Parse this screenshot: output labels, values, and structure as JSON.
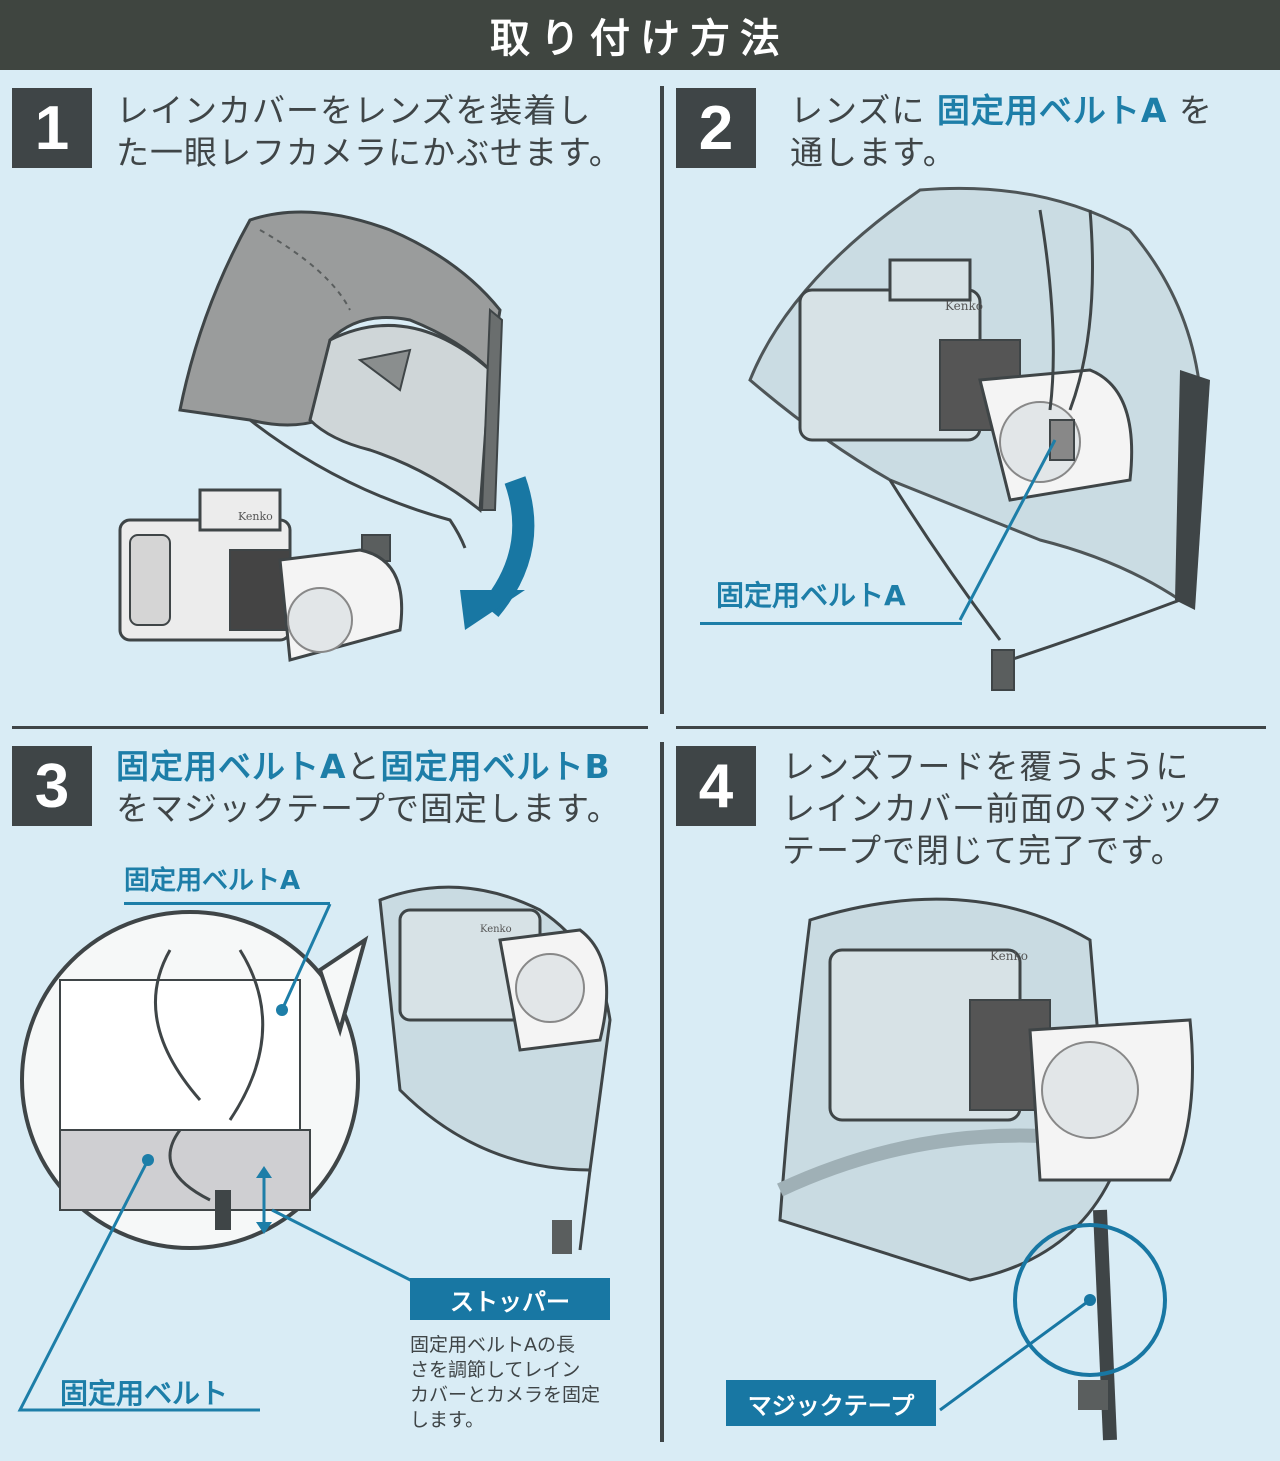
{
  "header": {
    "title": "取り付け方法"
  },
  "steps": [
    {
      "number": "1",
      "lines": [
        "レインカバーをレンズを装着し",
        "た一眼レフカメラにかぶせます。"
      ]
    },
    {
      "number": "2",
      "line1_pre": "レンズに ",
      "line1_highlight": "固定用ベルトA",
      "line1_post": " を",
      "line2": "通します。",
      "callout": "固定用ベルトA"
    },
    {
      "number": "3",
      "line1_h1": "固定用ベルトA",
      "line1_mid": "と",
      "line1_h2": "固定用ベルトB",
      "line2": "をマジックテープで固定します。",
      "callout_top": "固定用ベルトA",
      "callout_bottom": "固定用ベルト",
      "stopper_label": "ストッパー",
      "stopper_note": [
        "固定用ベルトAの長",
        "さを調節してレイン",
        "カバーとカメラを固定",
        "します。"
      ]
    },
    {
      "number": "4",
      "lines": [
        "レンズフードを覆うように",
        "レインカバー前面のマジック",
        "テープで閉じて完了です。"
      ],
      "badge": "マジックテープ"
    }
  ],
  "camera_brand": "Kenko",
  "colors": {
    "header_bg": "#3f4540",
    "bg": "#d9ecf5",
    "accent": "#1d7ea8",
    "badge": "#1877a3",
    "dark": "#3f4547"
  }
}
